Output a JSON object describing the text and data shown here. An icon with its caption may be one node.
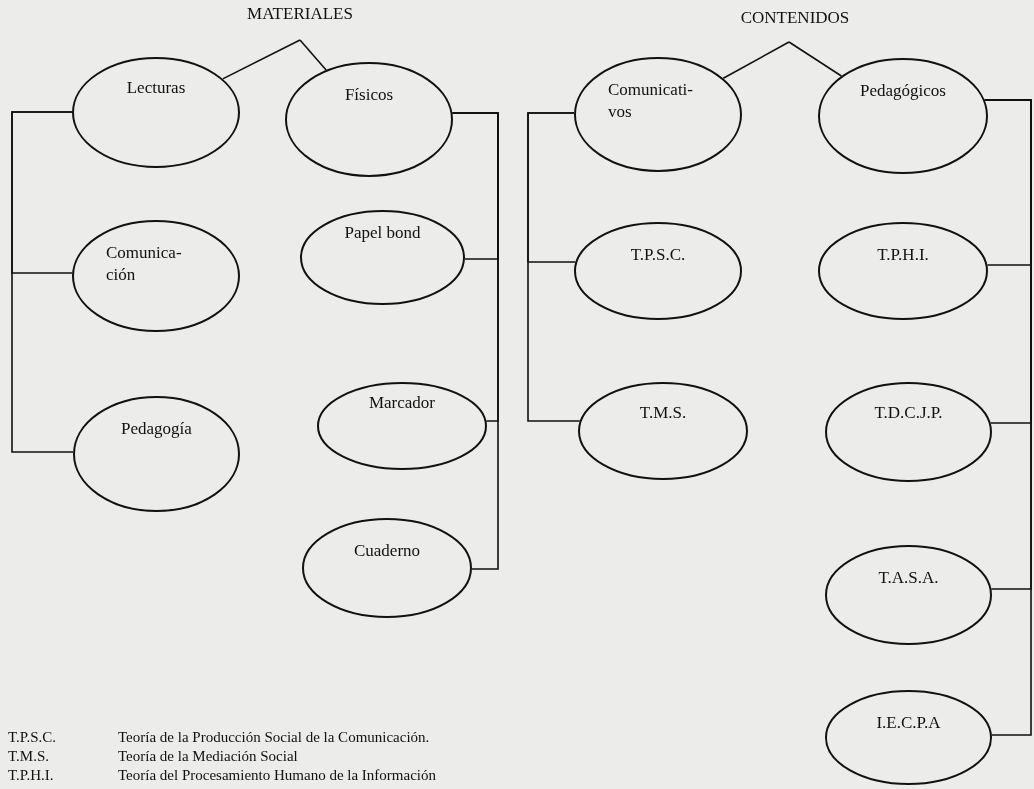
{
  "diagram": {
    "nodes": [
      {
        "text": [
          "MATERIALES"
        ]
      },
      {
        "text": [
          "Lecturas"
        ]
      },
      {
        "text": [
          "Físicos"
        ]
      },
      {
        "text": [
          "Comunica- ción"
        ]
      },
      {
        "text": [
          "Papel bond"
        ]
      },
      {
        "text": [
          "Pedagogía"
        ]
      },
      {
        "text": [
          "Marcador"
        ]
      },
      {
        "text": [
          "Cuaderno"
        ]
      },
      {
        "text": [
          "CONTENIDOS"
        ]
      },
      {
        "text": [
          "Comunicati- vos"
        ]
      },
      {
        "text": [
          "Pedagógicos"
        ]
      },
      {
        "text": [
          "T.P.S.C."
        ]
      },
      {
        "text": [
          "T.P.H.I."
        ]
      },
      {
        "text": [
          "T.M.S."
        ]
      },
      {
        "text": [
          "T.D.C.J.P."
        ]
      },
      {
        "text": [
          "T.A.S.A."
        ]
      },
      {
        "text": [
          "I.E.C.P.A"
        ]
      }
    ],
    "edges": [
      {
        "from": 0,
        "to": 1,
        "arrow": "none"
      },
      {
        "from": 0,
        "to": 2,
        "arrow": "none"
      },
      {
        "from": 1,
        "to": 3,
        "arrow": "none"
      },
      {
        "from": 1,
        "to": 5,
        "arrow": "none"
      },
      {
        "from": 2,
        "to": 4,
        "arrow": "none"
      },
      {
        "from": 2,
        "to": 6,
        "arrow": "none"
      },
      {
        "from": 2,
        "to": 7,
        "arrow": "none"
      },
      {
        "from": 8,
        "to": 9,
        "arrow": "none"
      },
      {
        "from": 8,
        "to": 10,
        "arrow": "none"
      },
      {
        "from": 9,
        "to": 11,
        "arrow": "none"
      },
      {
        "from": 9,
        "to": 13,
        "arrow": "none"
      },
      {
        "from": 10,
        "to": 12,
        "arrow": "none"
      },
      {
        "from": 10,
        "to": 14,
        "arrow": "none"
      },
      {
        "from": 10,
        "to": 15,
        "arrow": "none"
      },
      {
        "from": 10,
        "to": 16,
        "arrow": "none"
      }
    ],
    "labels": [
      "T.P.S.C.",
      "Teoría de la Producción Social de la Comunicación.",
      "T.M.S.",
      "Teoría de la Mediación Social",
      "T.P.H.I.",
      "Teoría del Procesamiento Humano de la Información"
    ]
  }
}
